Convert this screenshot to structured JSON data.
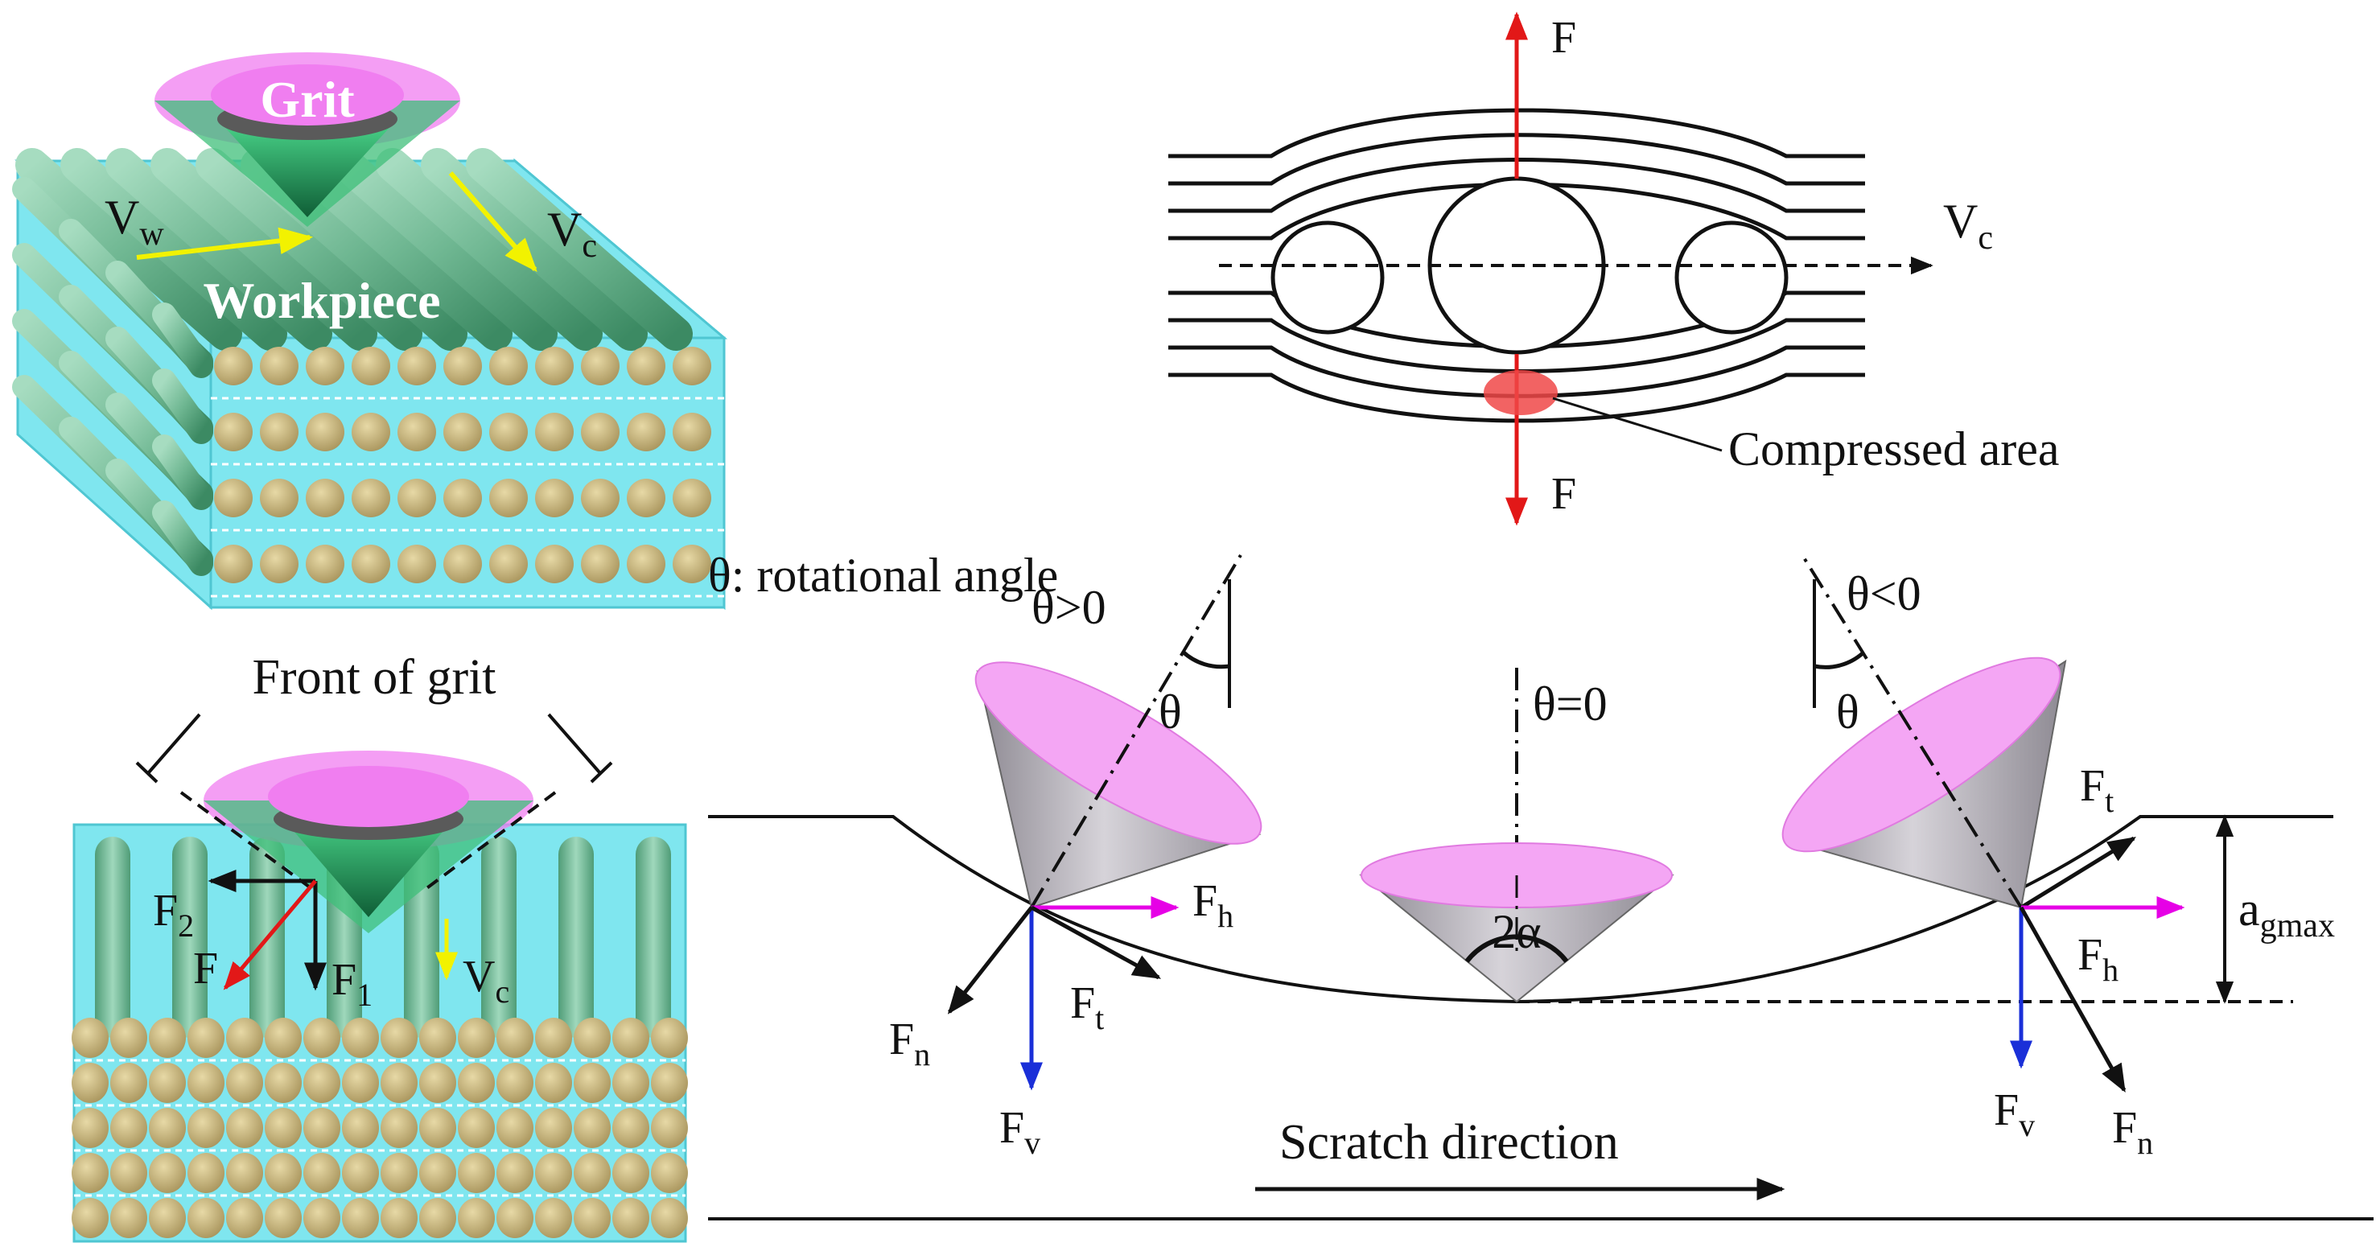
{
  "panel_a": {
    "grit_label": "Grit",
    "workpiece_label": "Workpiece",
    "vw_main": "V",
    "vw_sub": "w",
    "vc_main": "V",
    "vc_sub": "c"
  },
  "panel_b": {
    "title": "Front of grit",
    "f2_main": "F",
    "f2_sub": "2",
    "f_main": "F",
    "f1_main": "F",
    "f1_sub": "1",
    "vc_main": "V",
    "vc_sub": "c"
  },
  "panel_c": {
    "f_top": "F",
    "f_bottom": "F",
    "vc_main": "V",
    "vc_sub": "c",
    "compressed_label": "Compressed area"
  },
  "panel_d": {
    "legend": "θ: rotational angle",
    "left": {
      "cond": "θ>0",
      "theta": "θ",
      "fh_main": "F",
      "fh_sub": "h",
      "fn_main": "F",
      "fn_sub": "n",
      "ft_main": "F",
      "ft_sub": "t",
      "fv_main": "F",
      "fv_sub": "v"
    },
    "middle": {
      "cond": "θ=0",
      "angle": "2α"
    },
    "right": {
      "cond": "θ<0",
      "theta": "θ",
      "ft_main": "F",
      "ft_sub": "t",
      "fh_main": "F",
      "fh_sub": "h",
      "fv_main": "F",
      "fv_sub": "v",
      "fn_main": "F",
      "fn_sub": "n"
    },
    "agmax_main": "a",
    "agmax_sub": "gmax",
    "scratch_label": "Scratch direction"
  },
  "colors": {
    "grit_pink": "#f07ef0",
    "grit_green": "#3fbf7a",
    "fiber_green": "#7fc4a0",
    "fiber_end": "#c9b67e",
    "matrix_cyan": "#7fe6ef",
    "cone_gray": "#a8a4ac",
    "force_red": "#e21818",
    "force_blue": "#1a2fd8",
    "force_magenta": "#e600e6",
    "velocity_yellow": "#f2f200",
    "compressed_red": "#f04848"
  }
}
